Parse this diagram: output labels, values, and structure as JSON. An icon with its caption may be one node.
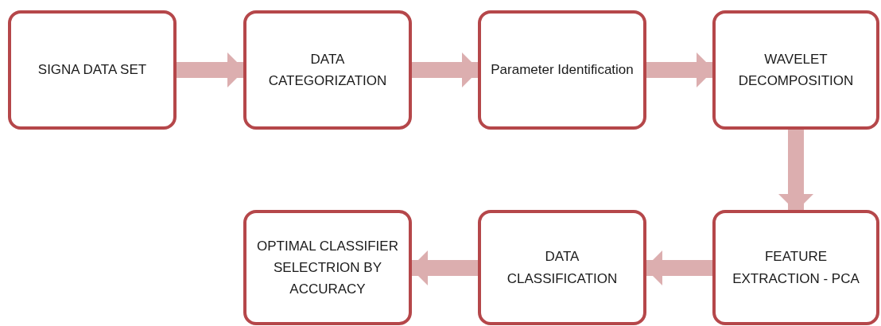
{
  "diagram": {
    "nodes": [
      {
        "text": [
          "SIGNA DATA SET"
        ]
      },
      {
        "text": [
          "DATA CATEGORIZATION"
        ]
      },
      {
        "text": [
          "Parameter Identification"
        ]
      },
      {
        "text": [
          "WAVELET DECOMPOSITION"
        ]
      },
      {
        "text": [
          "FEATURE EXTRACTION - PCA"
        ]
      },
      {
        "text": [
          "DATA CLASSIFICATION"
        ]
      },
      {
        "text": [
          "OPTIMAL CLASSIFIER SELECTRION BY ACCURACY"
        ]
      }
    ],
    "edges": [
      {
        "from": 0,
        "to": 1,
        "arrow": "to"
      },
      {
        "from": 1,
        "to": 2,
        "arrow": "to"
      },
      {
        "from": 2,
        "to": 3,
        "arrow": "to"
      },
      {
        "from": 3,
        "to": 4,
        "arrow": "to"
      },
      {
        "from": 4,
        "to": 5,
        "arrow": "to"
      },
      {
        "from": 5,
        "to": 6,
        "arrow": "to"
      }
    ]
  }
}
